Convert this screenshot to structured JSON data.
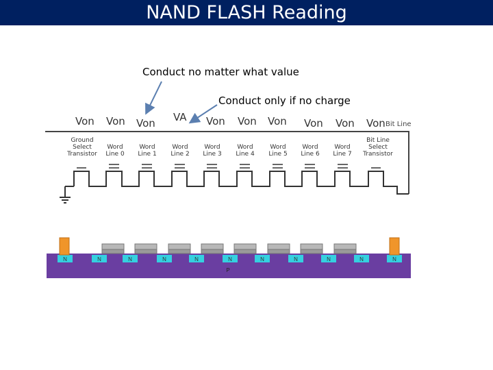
{
  "title": "NAND FLASH Reading",
  "annotations": {
    "left": "Conduct no matter what value",
    "right": "Conduct only if no charge"
  },
  "gate_voltages": {
    "v1": "Von",
    "v2": "Von",
    "v3": "Von",
    "selected": "VA",
    "v5": "Von",
    "v6": "Von",
    "v7": "Von",
    "v8": "Von",
    "v9": "Von",
    "v10": "Von"
  },
  "bit_line_label": "Bit Line",
  "transistor_labels": {
    "ground_select": [
      "Ground",
      "Select",
      "Transistor"
    ],
    "wl0": [
      "Word",
      "Line 0"
    ],
    "wl1": [
      "Word",
      "Line 1"
    ],
    "wl2": [
      "Word",
      "Line 2"
    ],
    "wl3": [
      "Word",
      "Line 3"
    ],
    "wl4": [
      "Word",
      "Line 4"
    ],
    "wl5": [
      "Word",
      "Line 5"
    ],
    "wl6": [
      "Word",
      "Line 6"
    ],
    "wl7": [
      "Word",
      "Line 7"
    ],
    "bit_select": [
      "Bit Line",
      "Select",
      "Transistor"
    ]
  },
  "cross_section": {
    "diffusion_label": "N",
    "substrate_label": "P"
  },
  "colors": {
    "title_bg": "#002060",
    "substrate": "#6a3ea1",
    "n_region": "#35d0e0",
    "select_gate": "#f0952a",
    "gate_stack": "#b8b8b8",
    "arrow": "#5b7fb0"
  }
}
